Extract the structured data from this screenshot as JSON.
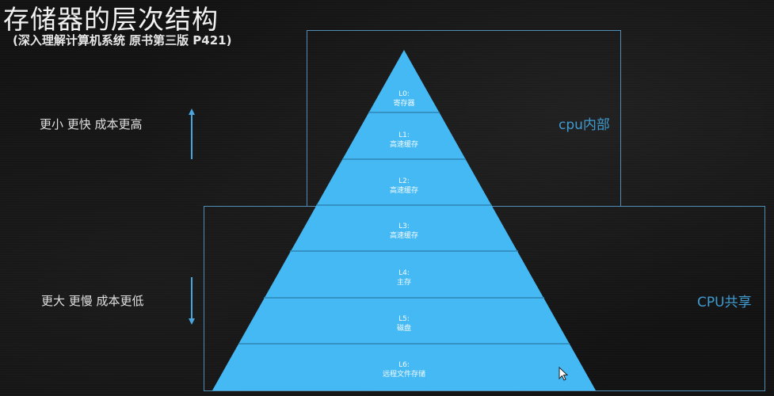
{
  "header": {
    "title": "存储器的层次结构",
    "subtitle": "(深入理解计算机系统 原书第三版 P421)"
  },
  "side_labels": {
    "top": "更小 更快 成本更高",
    "bottom": "更大 更慢 成本更低"
  },
  "regions": {
    "cpu_internal": "cpu内部",
    "cpu_shared": "CPU共享"
  },
  "pyramid": {
    "layers": [
      {
        "level": "L0:",
        "name": "寄存器"
      },
      {
        "level": "L1:",
        "name": "高速缓存"
      },
      {
        "level": "L2:",
        "name": "高速缓存"
      },
      {
        "level": "L3:",
        "name": "高速缓存"
      },
      {
        "level": "L4:",
        "name": "主存"
      },
      {
        "level": "L5:",
        "name": "磁盘"
      },
      {
        "level": "L6:",
        "name": "远程文件存储"
      }
    ]
  },
  "colors": {
    "pyramid_fill": "#45b9f4",
    "separator": "#2f86b4",
    "box_border": "#4f8db6",
    "region_label": "#3f9bd0",
    "arrow": "#4aa6de",
    "background": "#121212"
  }
}
